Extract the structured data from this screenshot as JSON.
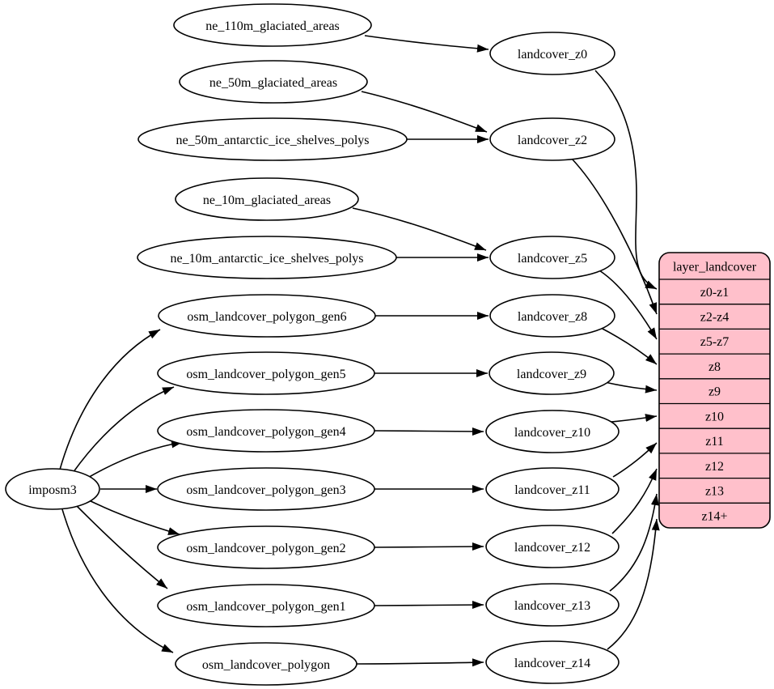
{
  "graph": {
    "root": {
      "label": "imposm3"
    },
    "sources": [
      {
        "label": "ne_110m_glaciated_areas"
      },
      {
        "label": "ne_50m_glaciated_areas"
      },
      {
        "label": "ne_50m_antarctic_ice_shelves_polys"
      },
      {
        "label": "ne_10m_glaciated_areas"
      },
      {
        "label": "ne_10m_antarctic_ice_shelves_polys"
      },
      {
        "label": "osm_landcover_polygon_gen6"
      },
      {
        "label": "osm_landcover_polygon_gen5"
      },
      {
        "label": "osm_landcover_polygon_gen4"
      },
      {
        "label": "osm_landcover_polygon_gen3"
      },
      {
        "label": "osm_landcover_polygon_gen2"
      },
      {
        "label": "osm_landcover_polygon_gen1"
      },
      {
        "label": "osm_landcover_polygon"
      }
    ],
    "intermediates": [
      {
        "label": "landcover_z0"
      },
      {
        "label": "landcover_z2"
      },
      {
        "label": "landcover_z5"
      },
      {
        "label": "landcover_z8"
      },
      {
        "label": "landcover_z9"
      },
      {
        "label": "landcover_z10"
      },
      {
        "label": "landcover_z11"
      },
      {
        "label": "landcover_z12"
      },
      {
        "label": "landcover_z13"
      },
      {
        "label": "landcover_z14"
      }
    ],
    "table": {
      "title": "layer_landcover",
      "rows": [
        "z0-z1",
        "z2-z4",
        "z5-z7",
        "z8",
        "z9",
        "z10",
        "z11",
        "z12",
        "z13",
        "z14+"
      ]
    },
    "edges": [
      {
        "from": "imposm3",
        "to": "osm_landcover_polygon_gen6"
      },
      {
        "from": "imposm3",
        "to": "osm_landcover_polygon_gen5"
      },
      {
        "from": "imposm3",
        "to": "osm_landcover_polygon_gen4"
      },
      {
        "from": "imposm3",
        "to": "osm_landcover_polygon_gen3"
      },
      {
        "from": "imposm3",
        "to": "osm_landcover_polygon_gen2"
      },
      {
        "from": "imposm3",
        "to": "osm_landcover_polygon_gen1"
      },
      {
        "from": "imposm3",
        "to": "osm_landcover_polygon"
      },
      {
        "from": "ne_110m_glaciated_areas",
        "to": "landcover_z0"
      },
      {
        "from": "ne_50m_glaciated_areas",
        "to": "landcover_z2"
      },
      {
        "from": "ne_50m_antarctic_ice_shelves_polys",
        "to": "landcover_z2"
      },
      {
        "from": "ne_10m_glaciated_areas",
        "to": "landcover_z5"
      },
      {
        "from": "ne_10m_antarctic_ice_shelves_polys",
        "to": "landcover_z5"
      },
      {
        "from": "osm_landcover_polygon_gen6",
        "to": "landcover_z8"
      },
      {
        "from": "osm_landcover_polygon_gen5",
        "to": "landcover_z9"
      },
      {
        "from": "osm_landcover_polygon_gen4",
        "to": "landcover_z10"
      },
      {
        "from": "osm_landcover_polygon_gen3",
        "to": "landcover_z11"
      },
      {
        "from": "osm_landcover_polygon_gen2",
        "to": "landcover_z12"
      },
      {
        "from": "osm_landcover_polygon_gen1",
        "to": "landcover_z13"
      },
      {
        "from": "osm_landcover_polygon",
        "to": "landcover_z14"
      },
      {
        "from": "landcover_z0",
        "to": "layer_landcover.z0-z1"
      },
      {
        "from": "landcover_z2",
        "to": "layer_landcover.z2-z4"
      },
      {
        "from": "landcover_z5",
        "to": "layer_landcover.z5-z7"
      },
      {
        "from": "landcover_z8",
        "to": "layer_landcover.z8"
      },
      {
        "from": "landcover_z9",
        "to": "layer_landcover.z9"
      },
      {
        "from": "landcover_z10",
        "to": "layer_landcover.z10"
      },
      {
        "from": "landcover_z11",
        "to": "layer_landcover.z11"
      },
      {
        "from": "landcover_z12",
        "to": "layer_landcover.z12"
      },
      {
        "from": "landcover_z13",
        "to": "layer_landcover.z13"
      },
      {
        "from": "landcover_z14",
        "to": "layer_landcover.z14+"
      }
    ],
    "colors": {
      "background": "#ffffff",
      "node_fill": "#ffffff",
      "stroke": "#000000",
      "table_fill": "#ffc0cb"
    }
  }
}
